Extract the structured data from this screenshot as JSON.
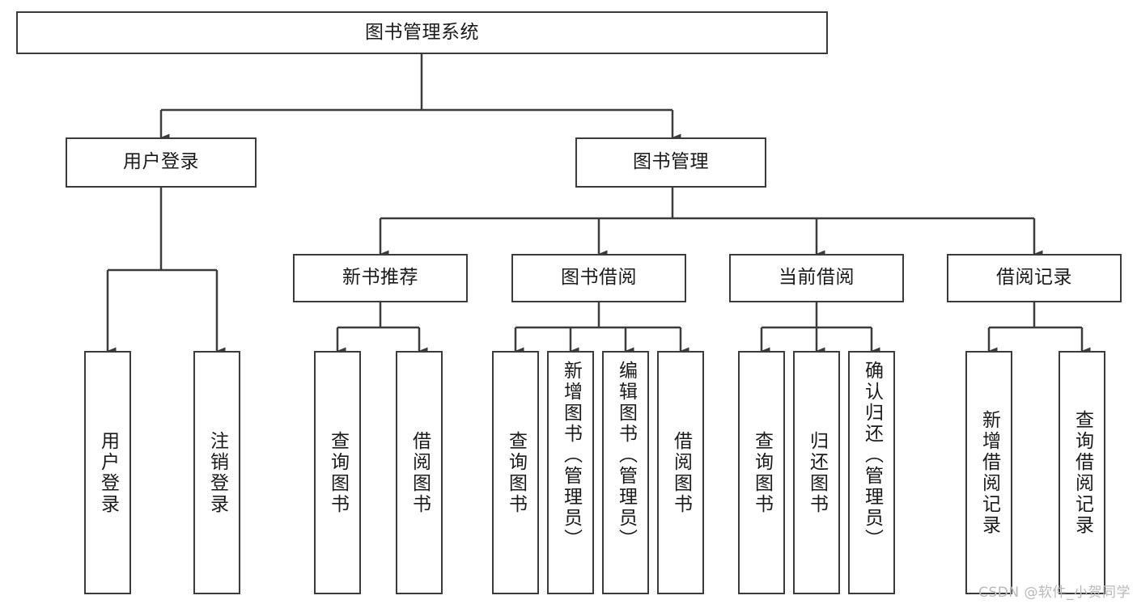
{
  "diagram": {
    "type": "tree-hierarchy-chart",
    "title": "图书管理系统",
    "watermark": "CSDN @软件_小贺同学",
    "colors": {
      "stroke": "#3b3b3b",
      "fill": "#ffffff",
      "text": "#1a1a1a",
      "watermark": "#b9b9b9"
    },
    "levels": [
      {
        "level": 1,
        "nodes": [
          {
            "id": "root",
            "label": "图书管理系统",
            "orientation": "horizontal"
          }
        ]
      },
      {
        "level": 2,
        "nodes": [
          {
            "id": "user-login",
            "label": "用户登录",
            "orientation": "horizontal",
            "parent": "root"
          },
          {
            "id": "book-manage",
            "label": "图书管理",
            "orientation": "horizontal",
            "parent": "root"
          }
        ]
      },
      {
        "level": 3,
        "nodes": [
          {
            "id": "new-book-recommend",
            "label": "新书推荐",
            "orientation": "horizontal",
            "parent": "book-manage"
          },
          {
            "id": "book-borrow",
            "label": "图书借阅",
            "orientation": "horizontal",
            "parent": "book-manage"
          },
          {
            "id": "current-borrow",
            "label": "当前借阅",
            "orientation": "horizontal",
            "parent": "book-manage"
          },
          {
            "id": "borrow-record",
            "label": "借阅记录",
            "orientation": "horizontal",
            "parent": "book-manage"
          }
        ]
      },
      {
        "level": 4,
        "nodes": [
          {
            "id": "leaf-user-login",
            "label": "用户登录",
            "orientation": "vertical",
            "parent": "user-login"
          },
          {
            "id": "leaf-logout-login",
            "label": "注销登录",
            "orientation": "vertical",
            "parent": "user-login"
          },
          {
            "id": "leaf-query-book-1",
            "label": "查询图书",
            "orientation": "vertical",
            "parent": "new-book-recommend"
          },
          {
            "id": "leaf-borrow-book-1",
            "label": "借阅图书",
            "orientation": "vertical",
            "parent": "new-book-recommend"
          },
          {
            "id": "leaf-query-book-2",
            "label": "查询图书",
            "orientation": "vertical",
            "parent": "book-borrow"
          },
          {
            "id": "leaf-add-book",
            "label": "新增图书（管理员）",
            "orientation": "vertical",
            "parent": "book-borrow"
          },
          {
            "id": "leaf-edit-book",
            "label": "编辑图书（管理员）",
            "orientation": "vertical",
            "parent": "book-borrow"
          },
          {
            "id": "leaf-borrow-book-2",
            "label": "借阅图书",
            "orientation": "vertical",
            "parent": "book-borrow"
          },
          {
            "id": "leaf-query-book-3",
            "label": "查询图书",
            "orientation": "vertical",
            "parent": "current-borrow"
          },
          {
            "id": "leaf-return-book",
            "label": "归还图书",
            "orientation": "vertical",
            "parent": "current-borrow"
          },
          {
            "id": "leaf-confirm-return",
            "label": "确认归还（管理员）",
            "orientation": "vertical",
            "parent": "current-borrow"
          },
          {
            "id": "leaf-add-record",
            "label": "新增借阅记录",
            "orientation": "vertical",
            "parent": "borrow-record"
          },
          {
            "id": "leaf-query-record",
            "label": "查询借阅记录",
            "orientation": "vertical",
            "parent": "borrow-record"
          }
        ]
      }
    ]
  }
}
